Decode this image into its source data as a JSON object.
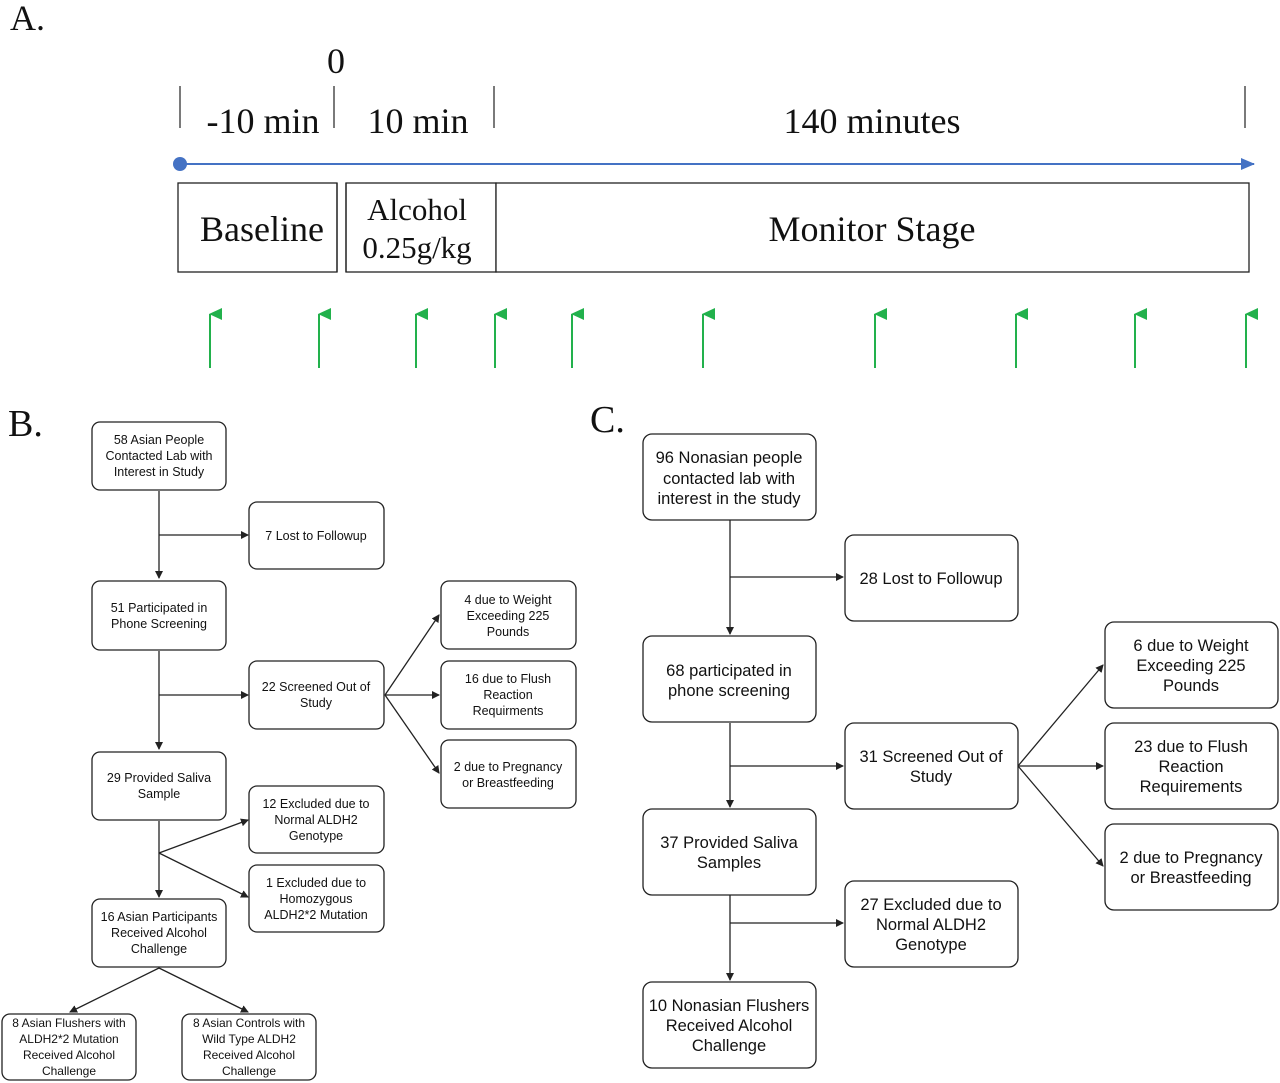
{
  "panel_a": {
    "label": "A.",
    "zero_label": "0",
    "durations": [
      "-10 min",
      "10 min",
      "140 minutes"
    ],
    "stages": {
      "baseline": "Baseline",
      "alcohol_line1": "Alcohol",
      "alcohol_line2": "0.25g/kg",
      "monitor": "Monitor Stage"
    },
    "timeline_color": "#4472c4",
    "measurement_arrow_color": "#22b14c",
    "measurement_arrow_count": 10
  },
  "panel_b": {
    "label": "B.",
    "nodes": {
      "contacted": [
        "58 Asian People",
        "Contacted Lab with",
        "Interest in Study"
      ],
      "lost": [
        "7 Lost to Followup"
      ],
      "phone": [
        "51 Participated in",
        "Phone Screening"
      ],
      "screened_out": [
        "22 Screened Out of",
        "Study"
      ],
      "weight": [
        "4 due to Weight",
        "Exceeding 225",
        "Pounds"
      ],
      "flush": [
        "16 due to Flush",
        "Reaction",
        "Requirments"
      ],
      "pregnancy": [
        "2 due to Pregnancy",
        "or Breastfeeding"
      ],
      "saliva": [
        "29 Provided Saliva",
        "Sample"
      ],
      "excluded_normal": [
        "12 Excluded due to",
        "Normal ALDH2",
        "Genotype"
      ],
      "excluded_homo": [
        "1 Excluded due to",
        "Homozygous",
        "ALDH2*2 Mutation"
      ],
      "challenge": [
        "16 Asian Participants",
        "Received Alcohol",
        "Challenge"
      ],
      "flushers": [
        "8 Asian Flushers with",
        "ALDH2*2 Mutation",
        "Received Alcohol",
        "Challenge"
      ],
      "controls": [
        "8 Asian Controls with",
        "Wild Type ALDH2",
        "Received Alcohol",
        "Challenge"
      ]
    }
  },
  "panel_c": {
    "label": "C.",
    "nodes": {
      "contacted": [
        "96 Nonasian people",
        "contacted lab with",
        "interest in the study"
      ],
      "lost": [
        "28 Lost to Followup"
      ],
      "phone": [
        "68 participated in",
        "phone screening"
      ],
      "screened_out": [
        "31 Screened Out of",
        "Study"
      ],
      "weight": [
        "6 due to Weight",
        "Exceeding 225",
        "Pounds"
      ],
      "flush": [
        "23 due to Flush",
        "Reaction",
        "Requirements"
      ],
      "pregnancy": [
        "2 due to Pregnancy",
        "or Breastfeeding"
      ],
      "saliva": [
        "37 Provided Saliva",
        "Samples"
      ],
      "excluded_normal": [
        "27 Excluded due to",
        "Normal ALDH2",
        "Genotype"
      ],
      "challenge": [
        "10 Nonasian Flushers",
        "Received Alcohol",
        "Challenge"
      ]
    }
  }
}
